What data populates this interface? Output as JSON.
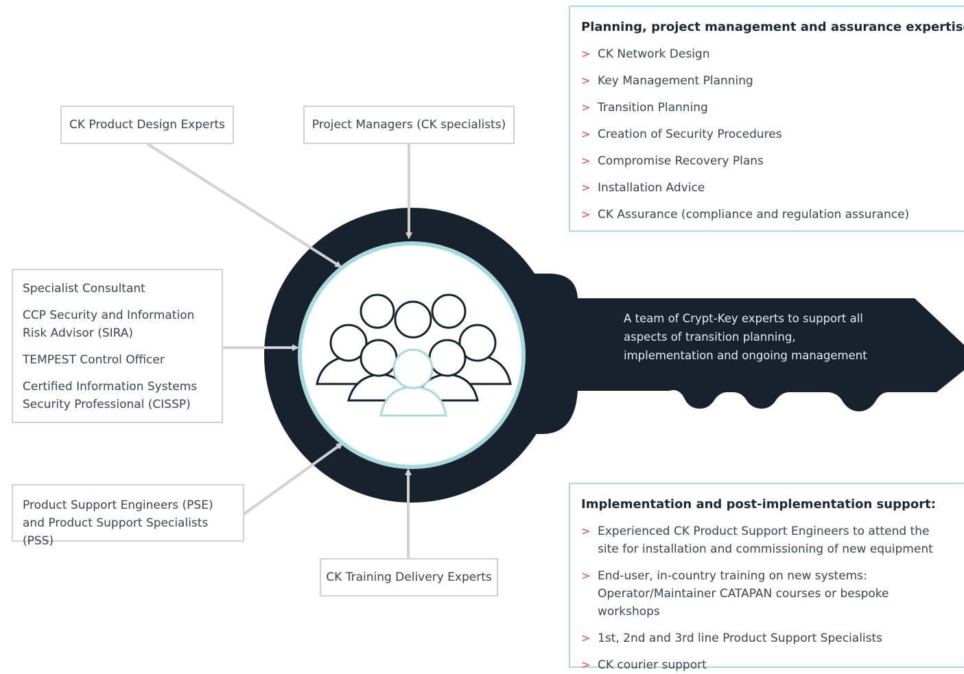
{
  "roles": {
    "top_left": "CK Product Design Experts",
    "top_center": "Project Managers (CK specialists)",
    "left": [
      "Specialist Consultant",
      "CCP Security and Information Risk Advisor (SIRA)",
      "TEMPEST Control Officer",
      "Certified Information Systems Security Professional (CISSP)"
    ],
    "bottom_left": "Product Support Engineers (PSE) and Product Support Specialists (PSS)",
    "bottom_center": "CK Training Delivery Experts"
  },
  "key_caption": "A team of Crypt-Key experts to support all aspects of transition planning, implementation and ongoing management",
  "planning": {
    "title": "Planning, project management and assurance expertise:",
    "items": [
      "CK Network Design",
      "Key Management Planning",
      "Transition Planning",
      "Creation of Security Procedures",
      "Compromise Recovery Plans",
      "Installation Advice",
      "CK Assurance (compliance and regulation assurance)"
    ]
  },
  "implementation": {
    "title": "Implementation and post-implementation support:",
    "items": [
      "Experienced CK Product Support Engineers to attend the site for installation and commissioning of new equipment",
      "End-user, in-country training on new systems: Operator/Maintainer CATAPAN courses or bespoke workshops",
      "1st, 2nd and 3rd line Product Support Specialists",
      "CK courier support"
    ]
  },
  "bullet_symbol": ">",
  "icon": "team-people-icon",
  "colors": {
    "key_dark": "#17222e",
    "ring_teal": "#a8d9dc",
    "arrow_gray": "#d2d2d2",
    "bullet_red": "#e2494e"
  }
}
